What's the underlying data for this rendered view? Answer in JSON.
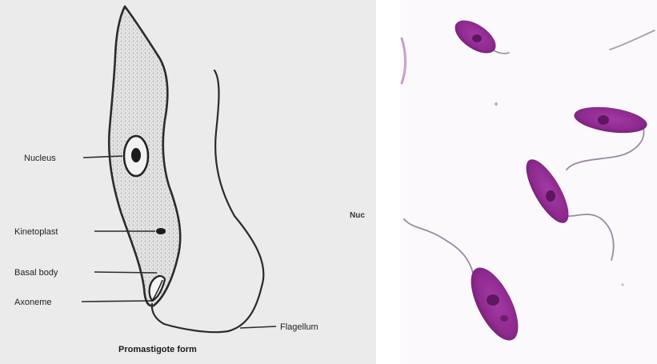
{
  "diagram": {
    "caption": "Promastigote form",
    "labels": {
      "nucleus": "Nucleus",
      "kinetoplast": "Kinetoplast",
      "basal_body": "Basal body",
      "axoneme": "Axoneme",
      "flagellum": "Flagellum"
    },
    "stray_text": "Nuc"
  },
  "colors": {
    "drawing_bg": "#ebebeb",
    "ink": "#2b2b2b",
    "cell_stain": "#8e2a8e",
    "cell_stain_dark": "#5f1660",
    "micrograph_bg": "#fbf9fc"
  }
}
